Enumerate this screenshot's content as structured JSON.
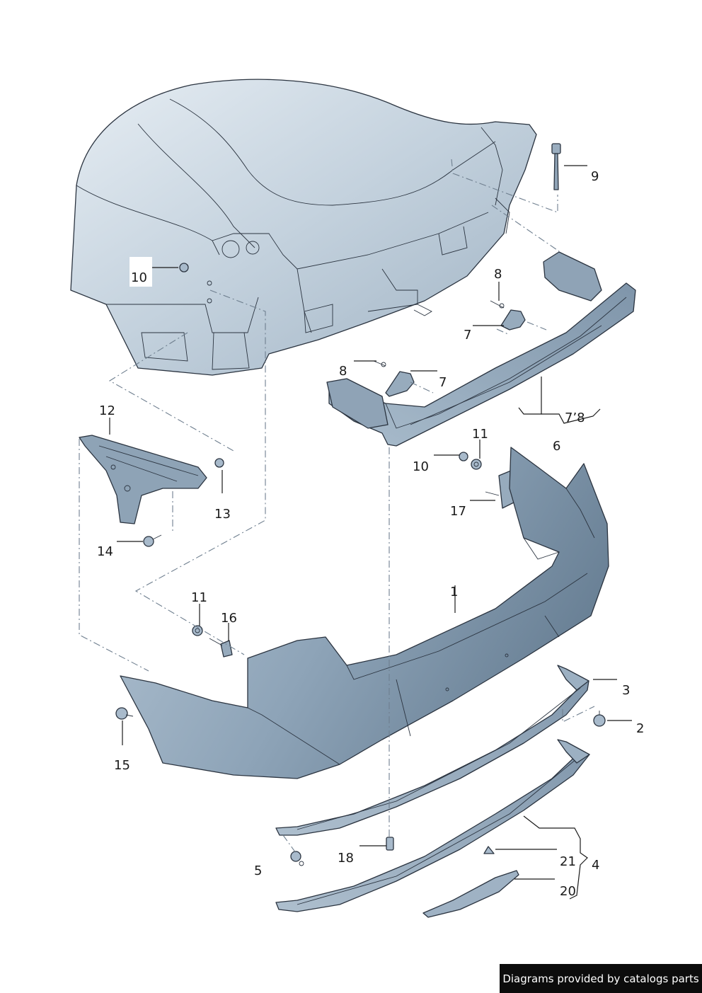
{
  "callouts": [
    {
      "id": "c1",
      "text": "1"
    },
    {
      "id": "c2",
      "text": "2"
    },
    {
      "id": "c3",
      "text": "3"
    },
    {
      "id": "c4",
      "text": "4"
    },
    {
      "id": "c5",
      "text": "5"
    },
    {
      "id": "c6",
      "text": "6"
    },
    {
      "id": "c7a",
      "text": "7"
    },
    {
      "id": "c7b",
      "text": "7"
    },
    {
      "id": "c78",
      "text": "7’8"
    },
    {
      "id": "c8a",
      "text": "8"
    },
    {
      "id": "c8b",
      "text": "8"
    },
    {
      "id": "c9",
      "text": "9"
    },
    {
      "id": "c10a",
      "text": "10"
    },
    {
      "id": "c10b",
      "text": "10"
    },
    {
      "id": "c11a",
      "text": "11"
    },
    {
      "id": "c11b",
      "text": "11"
    },
    {
      "id": "c12",
      "text": "12"
    },
    {
      "id": "c13",
      "text": "13"
    },
    {
      "id": "c14",
      "text": "14"
    },
    {
      "id": "c15",
      "text": "15"
    },
    {
      "id": "c16",
      "text": "16"
    },
    {
      "id": "c17",
      "text": "17"
    },
    {
      "id": "c18",
      "text": "18"
    },
    {
      "id": "c20",
      "text": "20"
    },
    {
      "id": "c21",
      "text": "21"
    }
  ],
  "credit": "Diagrams provided by catalogs parts",
  "colors": {
    "body_fill": "#c9d6e1",
    "bumper_fill": "#9fb3c5",
    "dark_fill": "#6f8599",
    "line": "#2b3440",
    "credit_bg": "#0c0c0c"
  }
}
